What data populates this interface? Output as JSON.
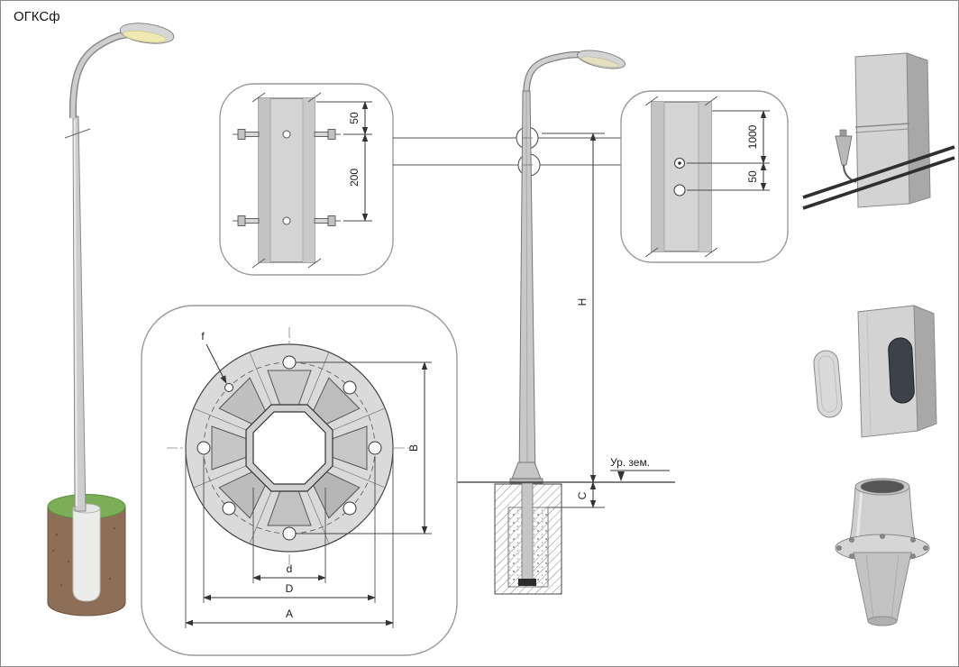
{
  "title": "ОГКСф",
  "callout_clamp_detail": {
    "dim_edge_to_bolt": "50",
    "dim_bolt_spacing": "200"
  },
  "callout_hole_detail": {
    "dim_height": "1000",
    "dim_spacing": "50"
  },
  "elevation": {
    "dim_pole_height": "H",
    "dim_embedment": "C",
    "ground_level_label": "Ур. зем."
  },
  "callout_flange": {
    "dim_small_hole": "f",
    "dim_bolt_span": "B",
    "dim_center_hole": "d",
    "dim_bolt_circle": "D",
    "dim_outer_diameter": "A"
  },
  "colors": {
    "drawing_line": "#3c3c3c",
    "pole_gray": "#cccccc",
    "foundation_brown": "#8d6f57",
    "grass_green": "#7cae57",
    "callout_border": "#9a9a9a"
  }
}
